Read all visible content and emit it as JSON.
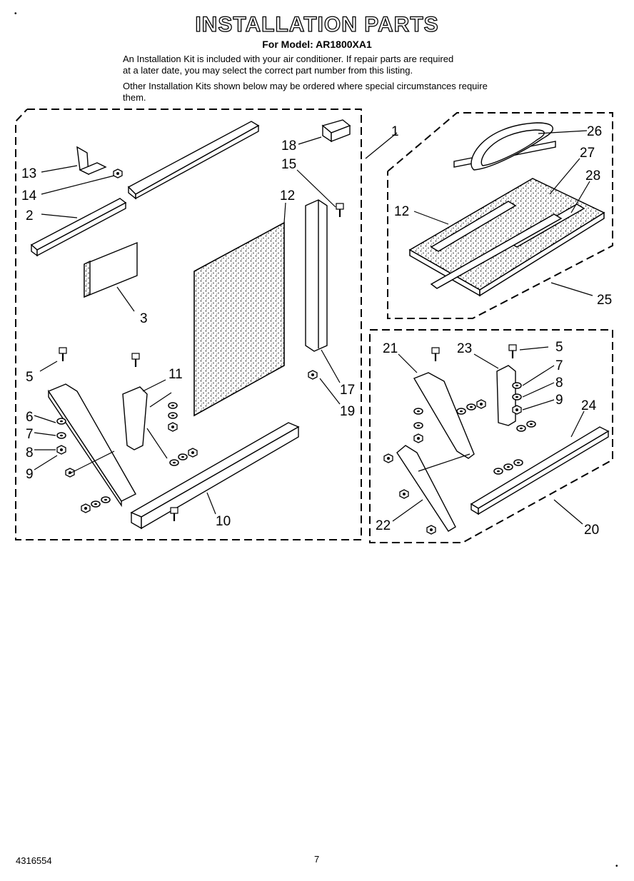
{
  "header": {
    "title": "INSTALLATION PARTS",
    "model_line": "For Model: AR1800XA1"
  },
  "intro": {
    "paragraph_1_line_1": "An Installation Kit is included with your air conditioner. If repair parts are required",
    "paragraph_1_line_2": "at a later date, you may select the correct part number from this listing.",
    "paragraph_2_line_1": "Other Installation Kits shown below may be ordered where special circumstances require",
    "paragraph_2_line_2": "them."
  },
  "corner_marks": {
    "top_left": "•",
    "bottom_right": "•"
  },
  "footer": {
    "doc_number": "4316554",
    "page_number": "7"
  },
  "callouts": {
    "kit1": [
      "1",
      "2",
      "3",
      "5",
      "6",
      "7",
      "8",
      "9",
      "10",
      "11",
      "12",
      "13",
      "14",
      "15",
      "17",
      "18",
      "19"
    ],
    "kit25": [
      "12",
      "25",
      "26",
      "27",
      "28"
    ],
    "kit20": [
      "5",
      "7",
      "8",
      "9",
      "20",
      "21",
      "22",
      "23",
      "24"
    ]
  },
  "colors": {
    "ink": "#000000",
    "paper": "#ffffff",
    "foam": "#d8d8d8"
  },
  "icons": [
    "screw-icon",
    "washer-icon",
    "nut-icon"
  ]
}
